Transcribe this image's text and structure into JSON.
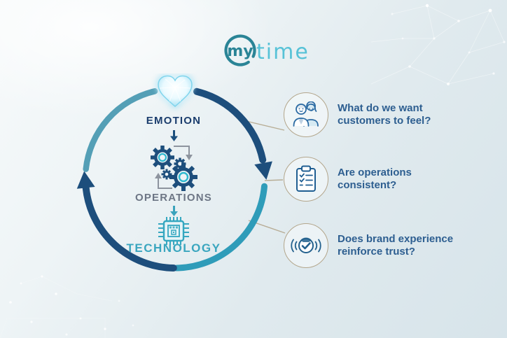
{
  "logo": {
    "my": "my",
    "time": "time"
  },
  "diagram": {
    "type": "cycle",
    "stages": [
      {
        "id": "emotion",
        "label": "EMOTION",
        "icon": "heart-icon",
        "label_color": "#1b3d6d"
      },
      {
        "id": "operations",
        "label": "OPERATIONS",
        "icon": "gears-icon",
        "label_color": "#6d7685"
      },
      {
        "id": "technology",
        "label": "TECHNOLOGY",
        "icon": "chip-icon",
        "label_color": "#3aa6bf"
      }
    ],
    "arc_colors": {
      "navy": "#1d4e7c",
      "teal": "#2f9cb9",
      "light_teal": "#549fb6"
    }
  },
  "callouts": [
    {
      "icon": "customers-icon",
      "lines": [
        "What do we want",
        "customers to feel?"
      ]
    },
    {
      "icon": "checklist-icon",
      "lines": [
        "Are operations",
        "consistent?"
      ]
    },
    {
      "icon": "trust-badge-icon",
      "lines": [
        "Does brand experience",
        "reinforce trust?"
      ]
    }
  ],
  "colors": {
    "question_text": "#2d5e90",
    "callout_border": "#b3a68c",
    "logo_dark": "#2a8496",
    "logo_light": "#57c2d7",
    "icon_blue": "#2c6ba3"
  }
}
